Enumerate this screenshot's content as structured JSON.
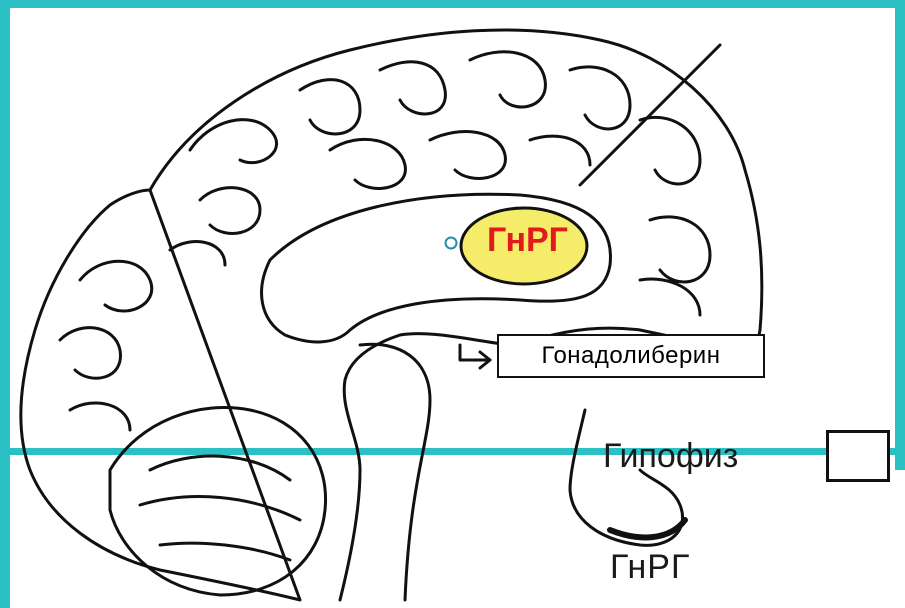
{
  "labels": {
    "gnrg_highlight": "ГнРГ",
    "gonadoliberin": "Гонадолиберин",
    "hypophysis": "Гипофиз",
    "gnrg_bottom": "ГнРГ"
  },
  "colors": {
    "frame": "#2bc1c4",
    "highlight_fill": "#f5ec6a",
    "highlight_text": "#e11b1b",
    "marker": "#1f8fb3"
  },
  "icons": {
    "brain": "brain-outline-icon",
    "arrow": "arrow-icon",
    "marker": "circle-marker-icon"
  }
}
